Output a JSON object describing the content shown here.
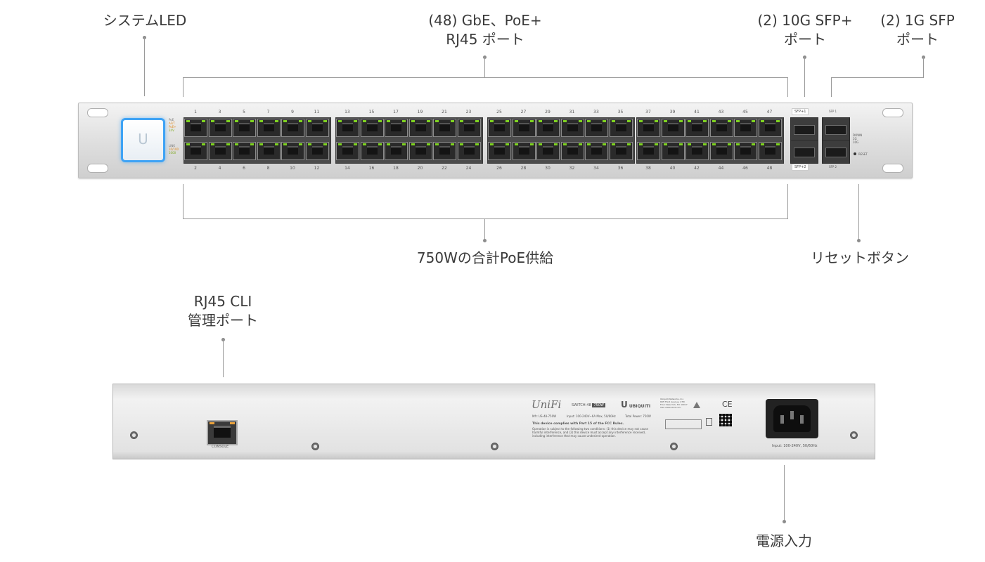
{
  "front_labels": {
    "system_led": "システムLED",
    "gbe_poe_line1": "(48) GbE、PoE+",
    "gbe_poe_line2": "RJ45 ポート",
    "sfp_plus_line1": "(2) 10G SFP+",
    "sfp_plus_line2": "ポート",
    "sfp_line1": "(2) 1G SFP",
    "sfp_line2": "ポート",
    "poe_total": "750Wの合計PoE供給",
    "reset": "リセットボタン"
  },
  "rear_labels": {
    "cli_line1": "RJ45 CLI",
    "cli_line2": "管理ポート",
    "power": "電源入力"
  },
  "front_panel": {
    "logo_glyph": "U",
    "led_legend_top": [
      "PoE",
      "AF/T",
      "PoE+",
      "24V"
    ],
    "led_legend_bottom": [
      "LINK",
      "10/100",
      "1000"
    ],
    "odd_ports": [
      "1",
      "3",
      "5",
      "7",
      "9",
      "11",
      "13",
      "15",
      "17",
      "19",
      "21",
      "23",
      "25",
      "27",
      "29",
      "31",
      "33",
      "35",
      "37",
      "39",
      "41",
      "43",
      "45",
      "47"
    ],
    "even_ports": [
      "2",
      "4",
      "6",
      "8",
      "10",
      "12",
      "14",
      "16",
      "18",
      "20",
      "22",
      "24",
      "26",
      "28",
      "30",
      "32",
      "34",
      "36",
      "38",
      "40",
      "42",
      "44",
      "46",
      "48"
    ],
    "sfp_plus_top": "SFP+1",
    "sfp_plus_bottom": "SFP+2",
    "sfp_top": "SFP 1",
    "sfp_bottom": "SFP 2",
    "status_legend": [
      "DOWN",
      "1G",
      "10G"
    ],
    "reset_text": "RESET",
    "port_led_color": "#7fd321"
  },
  "rear_panel": {
    "console_text": "CONSOLE",
    "brand": "UniFi",
    "model_badge": "SWITCH-48",
    "model_badge_power": "750W",
    "maker": "UBIQUITI",
    "model_line": "Mfr: US-48-750W",
    "input_line": "Input: 100-240V~6A Max, 50/60Hz",
    "total_power": "Total Power: 750W",
    "fcc_heading": "This device complies with Part 15 of the FCC Rules.",
    "fcc_body": "Operation is subject to the following two conditions: (1) this device may not cause harmful interference, and (2) this device must accept any interference received, including interference that may cause undesired operation.",
    "address": "Ubiquiti Networks, Inc. 685 Third Avenue, 27th Floor New York, NY 10017 USA www.ubnt.com",
    "ce_mark": "CE",
    "power_input_text": "Input: 100-240V, 50/60Hz"
  }
}
